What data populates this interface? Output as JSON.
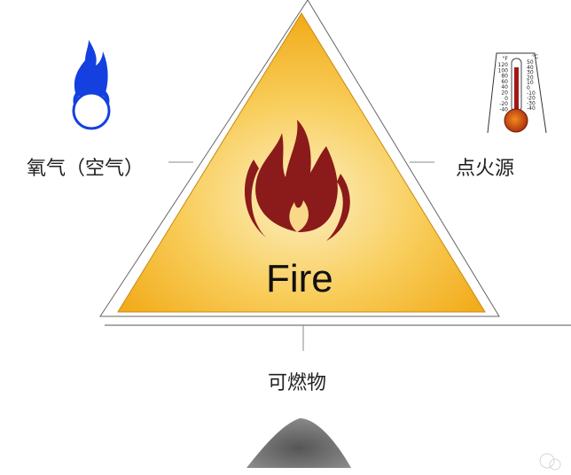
{
  "center": {
    "label": "Fire"
  },
  "labels": {
    "oxygen": "氧气（空气）",
    "ignition": "点火源",
    "fuel": "可燃物"
  },
  "thermometer": {
    "fahrenheit_unit": "°F",
    "celsius_unit": "°C",
    "fahrenheit_ticks": [
      "120",
      "100",
      "80",
      "60",
      "40",
      "20",
      "0",
      "-20",
      "-40"
    ],
    "celsius_ticks": [
      "50",
      "40",
      "30",
      "20",
      "10",
      "0",
      "-10",
      "-20",
      "-30",
      "-40"
    ]
  },
  "colors": {
    "triangle_fill": "#f5b830",
    "triangle_center": "#fde9b0",
    "flame": "#8b1a1a",
    "oxygen_flame": "#1440e0",
    "thermometer_bulb": "#c43a10"
  }
}
